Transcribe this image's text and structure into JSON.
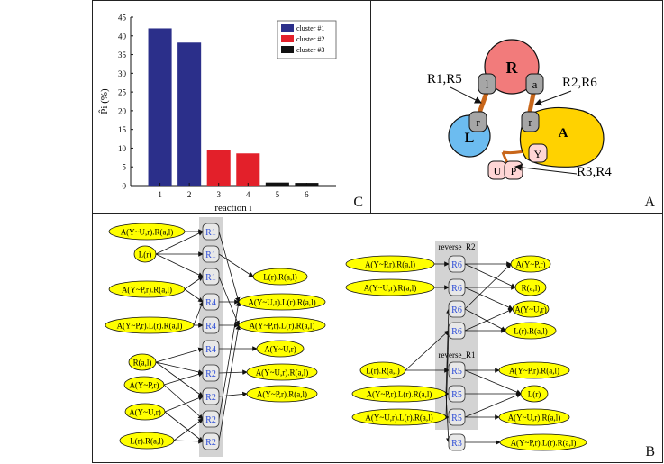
{
  "panel_c": {
    "letter": "C",
    "chart_data": {
      "type": "bar",
      "categories": [
        "1",
        "2",
        "3",
        "4",
        "5",
        "6"
      ],
      "values": [
        42,
        38.2,
        9.5,
        8.6,
        0.8,
        0.7
      ],
      "bar_colors": [
        "#2b2f8a",
        "#2b2f8a",
        "#e3202a",
        "#e3202a",
        "#111111",
        "#111111"
      ],
      "ylim": [
        0,
        45
      ],
      "yticks": [
        "0",
        "5",
        "10",
        "15",
        "20",
        "25",
        "30",
        "35",
        "40",
        "45"
      ],
      "xlabel": "reaction i",
      "ylabel": "P̂i (%)",
      "legend": [
        {
          "label": "cluster #1",
          "color": "#2b2f8a"
        },
        {
          "label": "cluster #2",
          "color": "#e3202a"
        },
        {
          "label": "cluster #3",
          "color": "#111111"
        }
      ],
      "legend_position": "top-right",
      "grid": false
    }
  },
  "panel_a": {
    "letter": "A",
    "molecules": {
      "R": "R",
      "L": "L",
      "A": "A"
    },
    "sites": {
      "l": "l",
      "a": "a",
      "r1": "r",
      "r2": "r",
      "y": "Y",
      "u": "U",
      "p": "P"
    },
    "callouts": [
      "R1,R5",
      "R2,R6",
      "R3,R4"
    ],
    "colors": {
      "R": "#f27b7b",
      "L": "#6cbcf0",
      "A": "#ffd200",
      "site": "#a6a6a6",
      "phospho": "#ffd6d6",
      "bond": "#c8661a"
    }
  },
  "panel_b": {
    "letter": "B",
    "species_fill": "#ffff00",
    "rule_fill": "#d3d3d3",
    "rule_text_color": "#2b4bd6",
    "group_labels": [
      "reverse_R2",
      "reverse_R1"
    ],
    "left_species": [
      "A(Y~U,r).R(a,l)",
      "L(r)",
      "A(Y~P,r).R(a,l)",
      "A(Y~P,r).L(r).R(a,l)",
      "R(a,l)",
      "A(Y~P,r)",
      "A(Y~U,r)",
      "L(r).R(a,l)"
    ],
    "left_products": [
      "L(r).R(a,l)",
      "A(Y~U,r).L(r).R(a,l)",
      "A(Y~P,r).L(r).R(a,l)",
      "A(Y~U,r)",
      "A(Y~U,r).R(a,l)",
      "A(Y~P,r).R(a,l)"
    ],
    "left_rules": [
      "R1",
      "R1",
      "R1",
      "R4",
      "R4",
      "R4",
      "R2",
      "R2",
      "R2",
      "R2"
    ],
    "right_species": [
      "A(Y~P,r).R(a,l)",
      "A(Y~U,r).R(a,l)",
      "L(r).R(a,l)",
      "A(Y~P,r).L(r).R(a,l)",
      "A(Y~U,r).L(r).R(a,l)"
    ],
    "right_products": [
      "A(Y~P,r)",
      "R(a,l)",
      "A(Y~U,r)",
      "L(r).R(a,l)",
      "A(Y~P,r).R(a,l)",
      "L(r)",
      "A(Y~U,r).R(a,l)",
      "A(Y~P,r).L(r).R(a,l)"
    ],
    "right_rules": [
      "R6",
      "R6",
      "R6",
      "R6",
      "R5",
      "R5",
      "R5",
      "R3"
    ]
  }
}
